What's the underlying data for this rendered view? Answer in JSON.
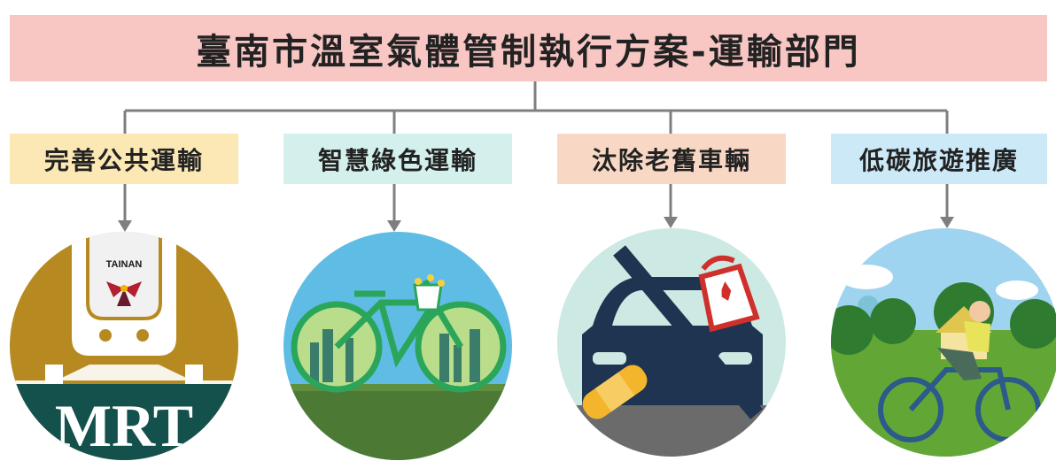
{
  "title": "臺南市溫室氣體管制執行方案-運輸部門",
  "categories": [
    {
      "label": "完善公共運輸",
      "color": "#fbe8b4"
    },
    {
      "label": "智慧綠色運輸",
      "color": "#d3f0ec"
    },
    {
      "label": "汰除老舊車輛",
      "color": "#f8d8c4"
    },
    {
      "label": "低碳旅遊推廣",
      "color": "#cce9f8"
    }
  ],
  "images": {
    "mrt_badge": "TAINAN",
    "mrt_text": "MRT"
  },
  "colors": {
    "title_bg": "#f8c6c3",
    "connector": "#7f7f7f"
  }
}
